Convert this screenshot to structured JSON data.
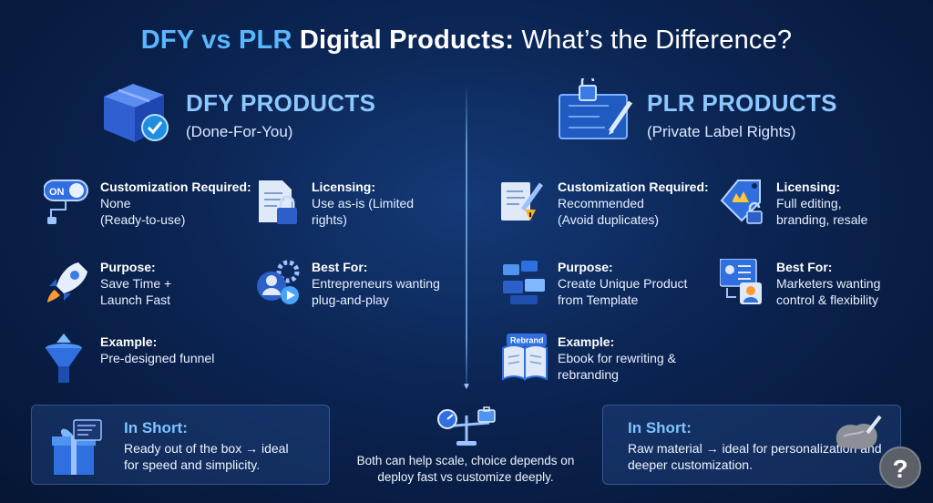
{
  "title": {
    "accent": "DFY vs PLR",
    "bold": "Digital Products:",
    "rest": "What’s the Difference?"
  },
  "dfy": {
    "title": "DFY PRODUCTS",
    "subtitle": "(Done-For-You)",
    "items": [
      {
        "label": "Customization Required:",
        "text_inline": " None",
        "text": "(Ready-to-use)",
        "icon": "toggle-switch-icon",
        "toggle_label": "ON"
      },
      {
        "label": "Licensing:",
        "text": "Use as-is (Limited rights)",
        "icon": "document-lock-icon"
      },
      {
        "label": "Purpose:",
        "text": "Save Time + Launch Fast",
        "icon": "rocket-icon"
      },
      {
        "label": "Best For:",
        "text": "Entrepreneurs wanting plug-and-play",
        "icon": "user-gear-icon"
      },
      {
        "label": "Example:",
        "text": "Pre-designed funnel",
        "icon": "funnel-icon"
      }
    ],
    "short_title": "In Short:",
    "short_text": "Ready out of the box → ideal for speed and simplicity."
  },
  "plr": {
    "title": "PLR PRODUCTS",
    "subtitle": "(Private Label Rights)",
    "items": [
      {
        "label": "Customization Required:",
        "text": "Recommended (Avoid duplicates)",
        "icon": "edit-warning-icon"
      },
      {
        "label": "Licensing:",
        "text": "Full editing, branding, resale",
        "icon": "tag-crown-icon"
      },
      {
        "label": "Purpose:",
        "text": "Create Unique Product from Template",
        "icon": "building-blocks-icon"
      },
      {
        "label": "Best For:",
        "text": "Marketers wanting control & flexibility",
        "icon": "profile-sliders-icon"
      },
      {
        "label": "Example:",
        "text": "Ebook for rewriting & rebranding",
        "icon": "ebook-rebrand-icon",
        "badge": "Rebrand"
      }
    ],
    "short_title": "In Short:",
    "short_text": "Raw material → ideal for personalization and deeper customization."
  },
  "center_text": "Both can help scale, choice depends on deploy fast vs customize deeply.",
  "help_glyph": "?",
  "colors": {
    "accent": "#59b7ff",
    "header": "#8dc8ff",
    "background": "#0b2452"
  }
}
